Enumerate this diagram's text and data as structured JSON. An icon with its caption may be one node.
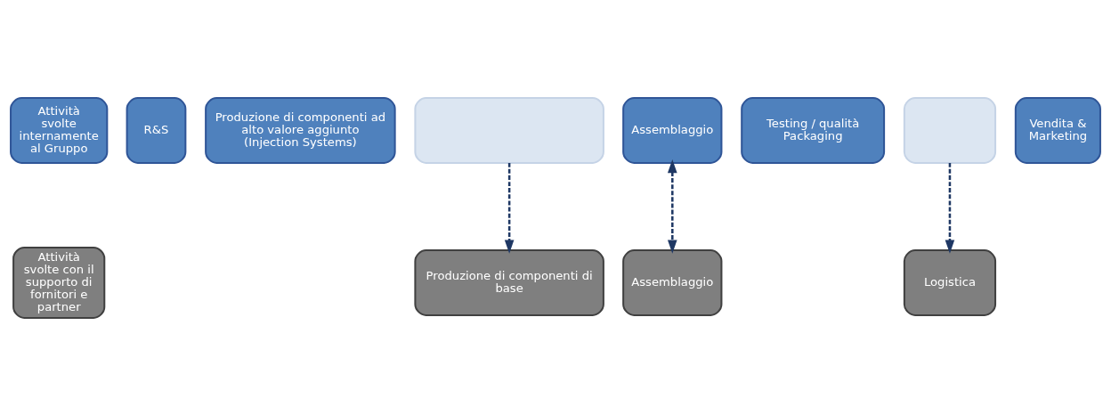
{
  "diagram": {
    "nodes": [
      {
        "text": [
          "Attività svolte internamente al Gruppo"
        ]
      },
      {
        "text": [
          "R&S"
        ]
      },
      {
        "text": [
          "Produzione di componenti ad alto valore aggiunto (Injection Systems)"
        ]
      },
      {
        "text": [],
        "shape": "box"
      },
      {
        "text": [
          "Assemblaggio"
        ]
      },
      {
        "text": [
          "Testing / qualità Packaging"
        ]
      },
      {
        "text": [],
        "shape": "box"
      },
      {
        "text": [
          "Vendita & Marketing"
        ]
      },
      {
        "text": [
          "Attività svolte con il supporto di fornitori e partner"
        ]
      },
      {
        "text": [
          "Assemblaggio"
        ]
      },
      {
        "text": [
          "Logistica"
        ]
      },
      {
        "text": [
          "Produzione di componenti di base"
        ]
      }
    ],
    "edges": [
      {
        "from": 3,
        "to": 11,
        "arrow": "to",
        "style": "dashed"
      },
      {
        "from": 4,
        "to": 9,
        "arrow": "both",
        "style": "dashed"
      },
      {
        "from": 6,
        "to": 10,
        "arrow": "to",
        "style": "dashed"
      }
    ]
  }
}
